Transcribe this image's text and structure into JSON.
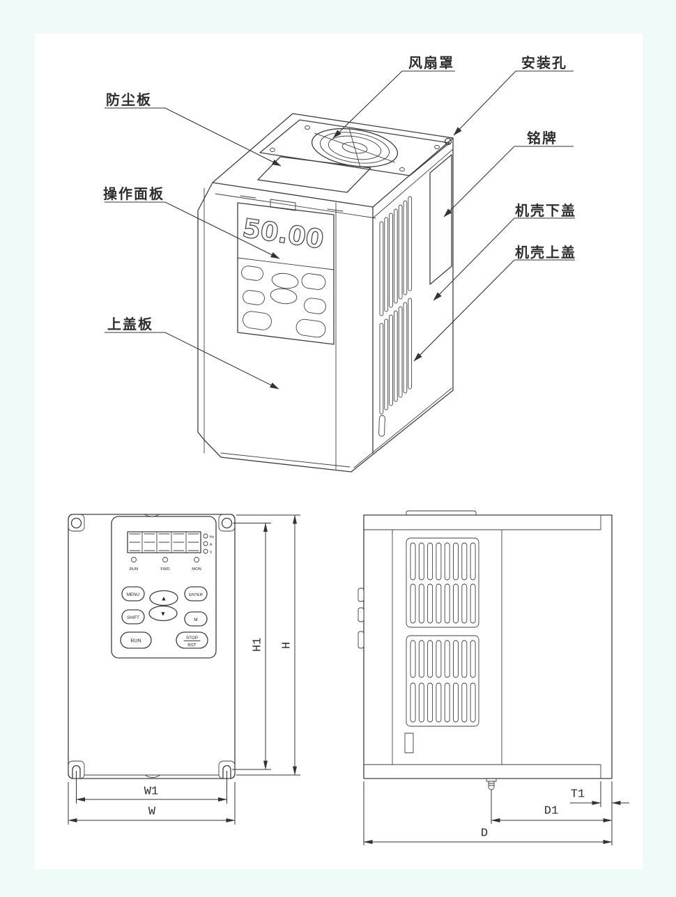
{
  "page": {
    "background": "#eefbf8",
    "sheet_background": "#ffffff"
  },
  "iso_view": {
    "display_value": "50.00",
    "callouts": {
      "dust_plate": "防尘板",
      "operation_panel": "操作面板",
      "upper_cover_plate": "上盖板",
      "fan_cover": "风扇罩",
      "mounting_hole": "安装孔",
      "nameplate": "铭牌",
      "case_lower_cover": "机壳下盖",
      "case_upper_cover": "机壳上盖"
    }
  },
  "front_view": {
    "unit_indicators": [
      "Hz",
      "A",
      "V"
    ],
    "status_indicators": [
      "RUN",
      "FWD",
      "MON"
    ],
    "keypad": {
      "menu": "MENU",
      "enter": "ENTER",
      "shift": "SHIFT",
      "m": "M",
      "run": "RUN",
      "stop_line1": "STOP",
      "stop_line2": "RST",
      "up": "▲",
      "down": "▼"
    },
    "dimensions": {
      "width_outer": "W",
      "width_inner": "W1",
      "height_outer": "H",
      "height_inner": "H1"
    }
  },
  "side_view": {
    "dimensions": {
      "depth": "D",
      "depth_inner": "D1",
      "thickness": "T1"
    }
  }
}
